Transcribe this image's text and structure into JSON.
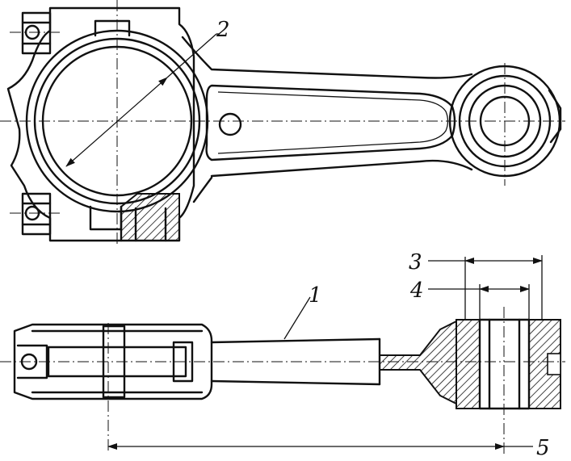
{
  "figure": {
    "callouts": [
      {
        "id": "c2",
        "label": "2"
      },
      {
        "id": "c1",
        "label": "1"
      },
      {
        "id": "c3",
        "label": "3"
      },
      {
        "id": "c4",
        "label": "4"
      },
      {
        "id": "c5",
        "label": "5"
      }
    ]
  }
}
